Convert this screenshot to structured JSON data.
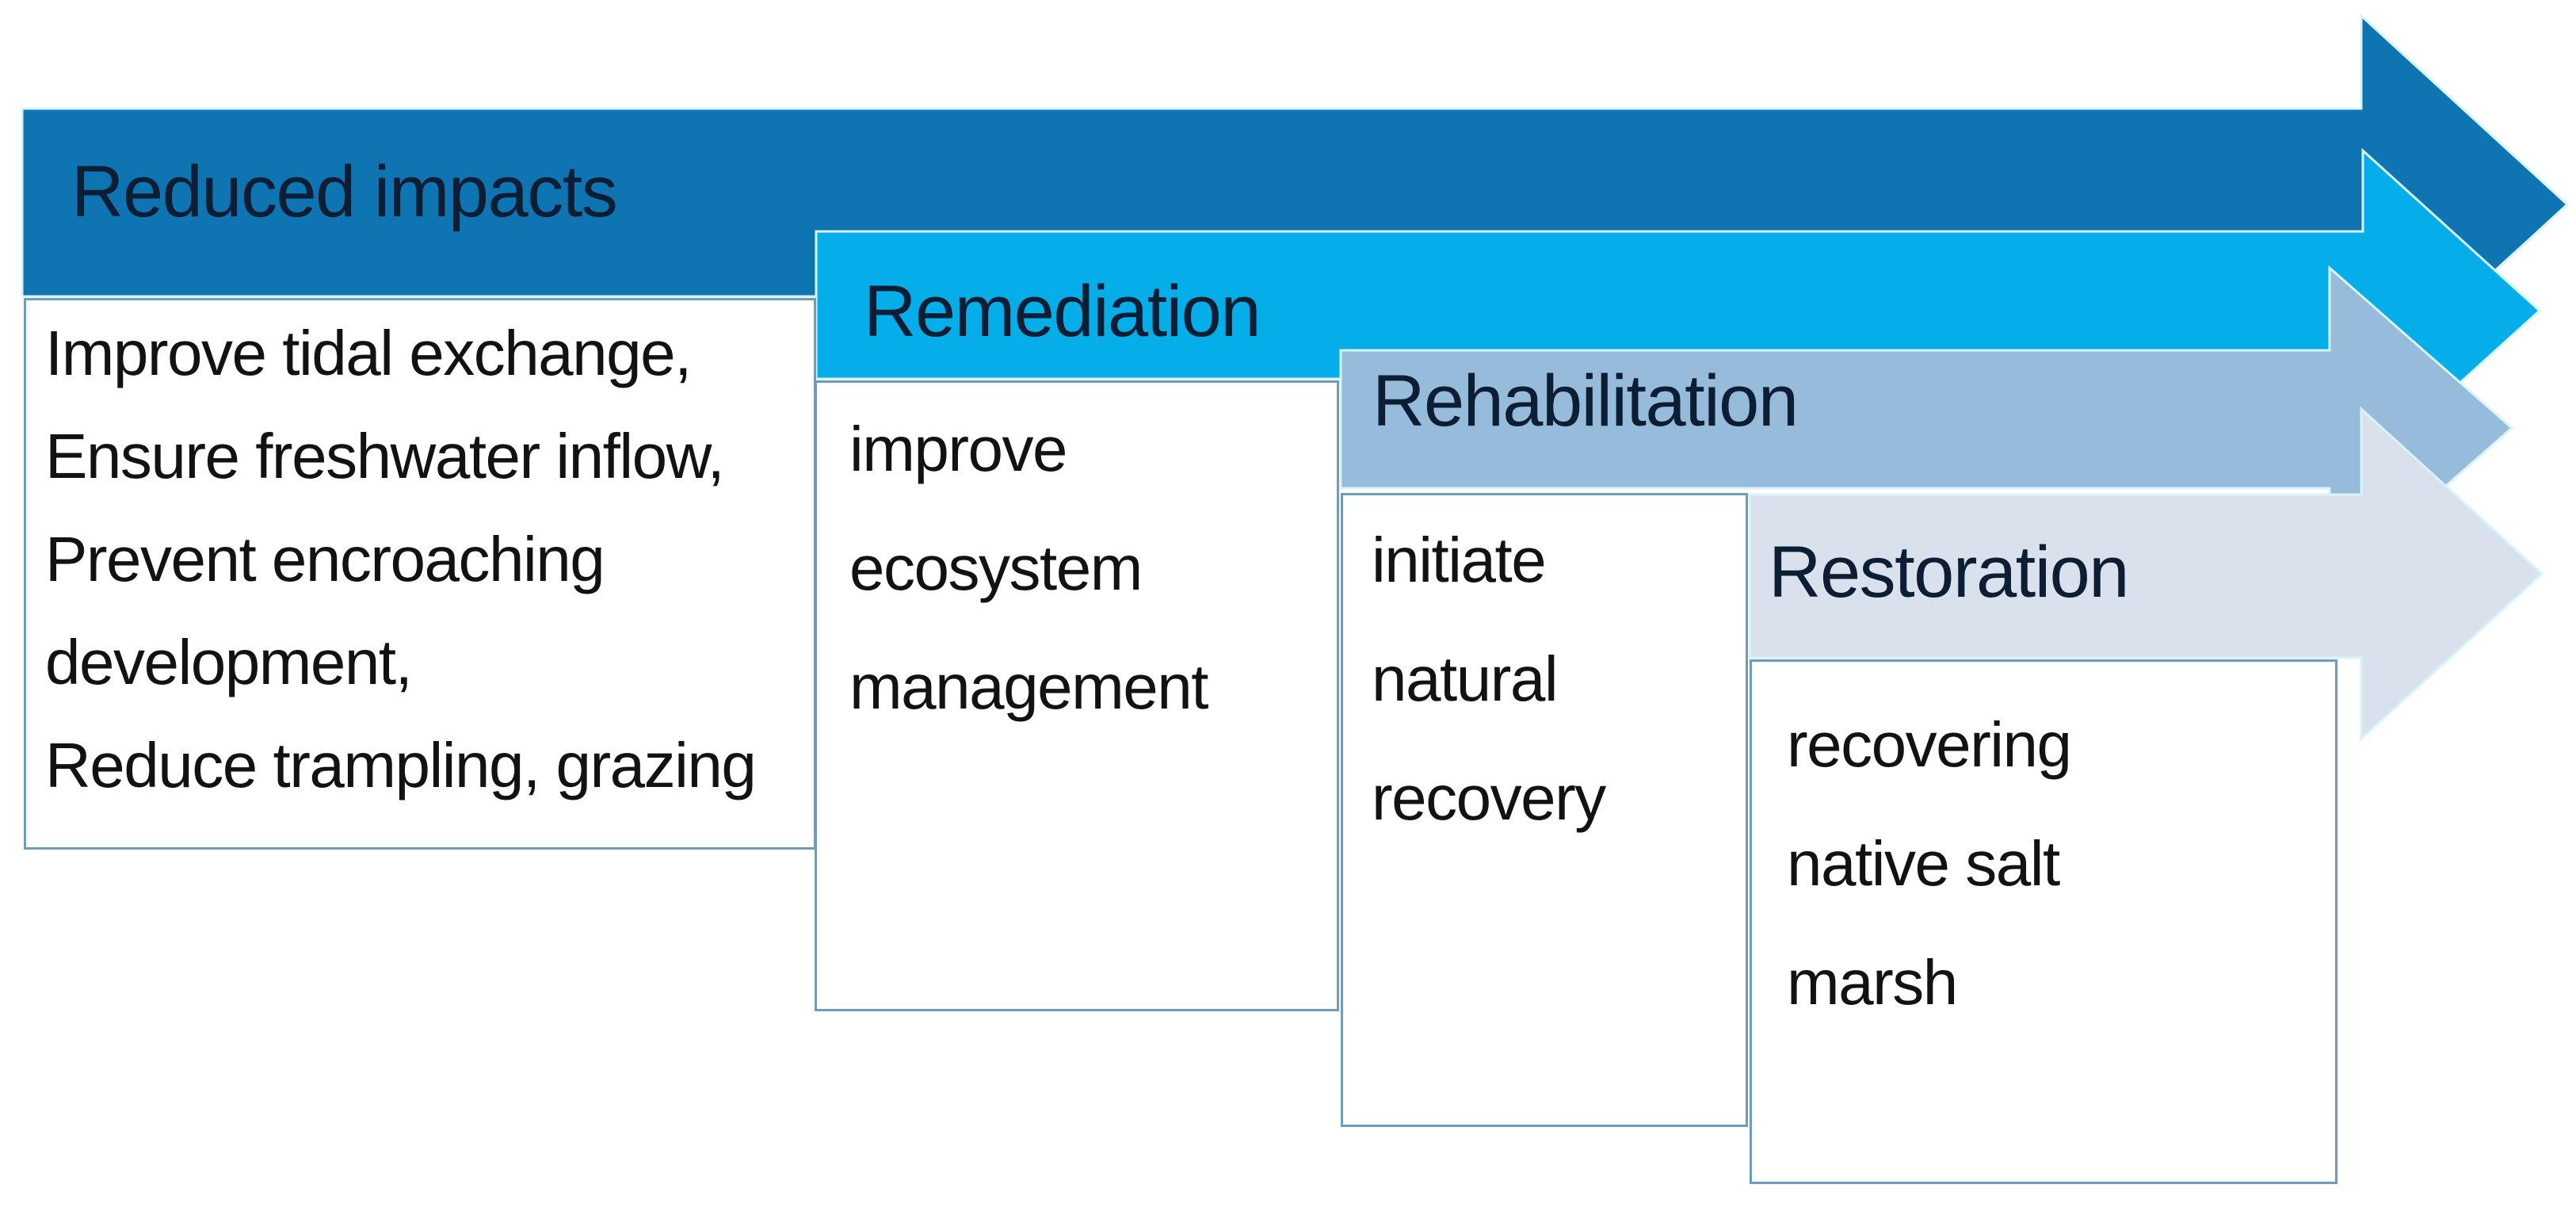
{
  "diagram": {
    "background": "#FFFFFF",
    "stages": [
      {
        "title": "Reduced impacts",
        "band_color": "#0E74B2",
        "details": [
          "Improve tidal exchange,",
          "Ensure freshwater inflow,",
          "Prevent encroaching",
          "development,",
          "Reduce trampling, grazing"
        ]
      },
      {
        "title": "Remediation",
        "band_color": "#05AEE8",
        "details": [
          "improve",
          "ecosystem",
          "management"
        ]
      },
      {
        "title": "Rehabilitation",
        "band_color": "#97BBDA",
        "details": [
          "initiate",
          "natural",
          "recovery"
        ]
      },
      {
        "title": "Restoration",
        "band_color": "#D9E1ED",
        "details": [
          "recovering",
          "native salt",
          "marsh"
        ]
      }
    ],
    "colors": {
      "title_text": "#0B1E33",
      "body_text": "#121212",
      "box_border": "#6F9BBF",
      "box_fill": "#FFFFFF",
      "arrow_outline": "#D8F4FB"
    }
  }
}
